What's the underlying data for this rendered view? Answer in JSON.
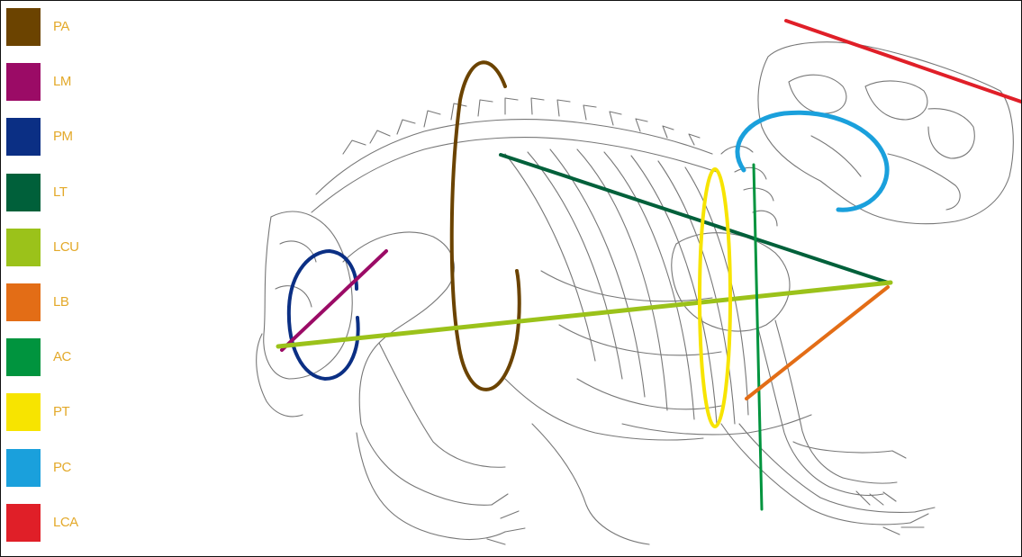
{
  "legend": [
    {
      "label": "PA",
      "color": "#6b4300"
    },
    {
      "label": "LM",
      "color": "#9b0b66"
    },
    {
      "label": "PM",
      "color": "#0b2f84"
    },
    {
      "label": "LT",
      "color": "#00603a"
    },
    {
      "label": "LCU",
      "color": "#9bc21a"
    },
    {
      "label": "LB",
      "color": "#e36d16"
    },
    {
      "label": "AC",
      "color": "#00943e"
    },
    {
      "label": "PT",
      "color": "#f7e400"
    },
    {
      "label": "PC",
      "color": "#1aa0dc"
    },
    {
      "label": "LCA",
      "color": "#e01f28"
    }
  ]
}
